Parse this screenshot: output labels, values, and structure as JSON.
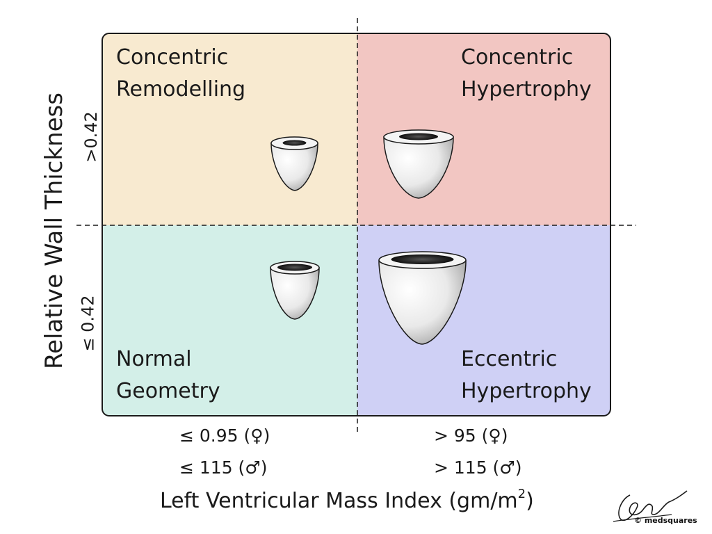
{
  "diagram": {
    "y_axis": {
      "title": "Relative Wall Thickness",
      "tick_high": ">0.42",
      "tick_low": "≤ 0.42"
    },
    "x_axis": {
      "title_main": "Left Ventricular Mass Index (gm/m",
      "title_sup": "2",
      "title_end": ")",
      "tick_low": [
        "≤ 0.95 (♀)",
        "≤ 115 (♂)"
      ],
      "tick_high": [
        "> 95 (♀)",
        "> 115 (♂)"
      ]
    },
    "quadrants": [
      {
        "id": "concentric-remodelling",
        "lines": [
          "Concentric",
          "Remodelling"
        ],
        "color": "#f8ead0"
      },
      {
        "id": "concentric-hypertrophy",
        "lines": [
          "Concentric",
          "Hypertrophy"
        ],
        "color": "#f2c6c2"
      },
      {
        "id": "normal-geometry",
        "lines": [
          "Normal",
          "Geometry"
        ],
        "color": "#d3efe8"
      },
      {
        "id": "eccentric-hypertrophy",
        "lines": [
          "Eccentric",
          "Hypertrophy"
        ],
        "color": "#cfd0f5"
      }
    ],
    "credit": "© medsquares"
  }
}
